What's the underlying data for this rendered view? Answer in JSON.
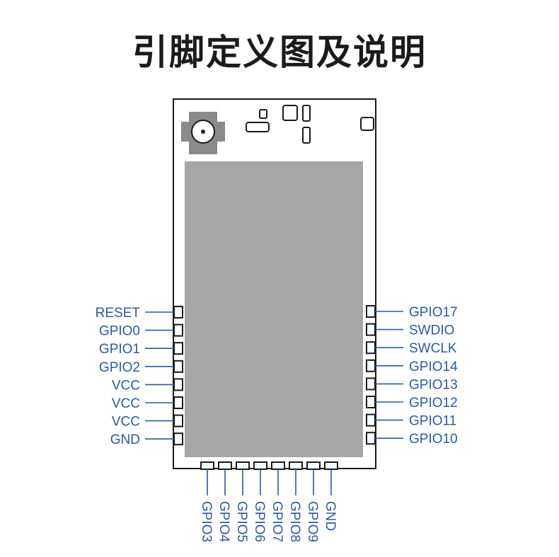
{
  "title": "引脚定义图及说明",
  "colors": {
    "label": "#2b5a9c",
    "outline": "#1a1a1a",
    "shield": "#a6a6a6",
    "connector": "#8a8a8a"
  },
  "pins": {
    "left": [
      "RESET",
      "GPIO0",
      "GPIO1",
      "GPIO2",
      "VCC",
      "VCC",
      "VCC",
      "GND"
    ],
    "right": [
      "GPIO17",
      "SWDIO",
      "SWCLK",
      "GPIO14",
      "GPIO13",
      "GPIO12",
      "GPIO11",
      "GPIO10"
    ],
    "bottom": [
      "GPIO3",
      "GPIO4",
      "GPIO5",
      "GPIO6",
      "GPIO7",
      "GPIO8",
      "GPIO9",
      "GND"
    ]
  }
}
